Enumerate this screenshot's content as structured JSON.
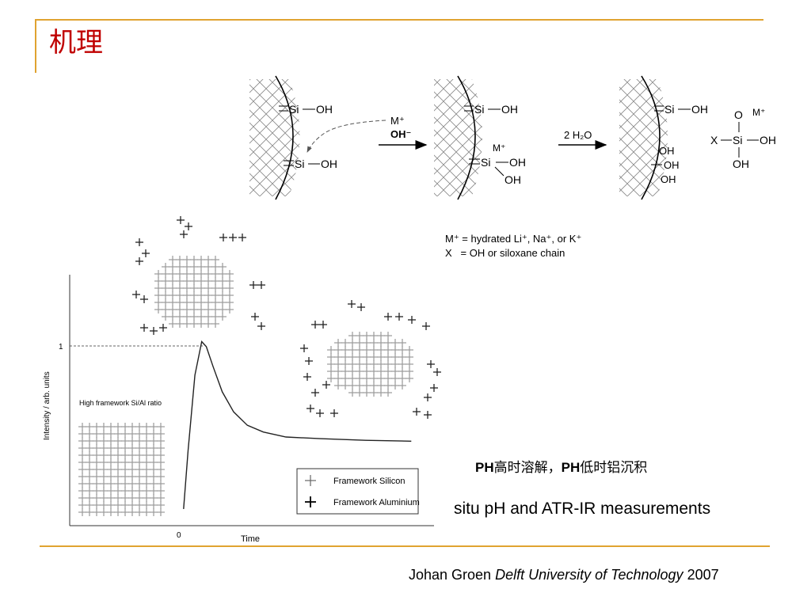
{
  "slide": {
    "title": "机理",
    "accent_color": "#e0a330",
    "title_color": "#c00000"
  },
  "mechanism": {
    "si_label": "Si",
    "oh_label": "OH",
    "step1_reagent_top": "M⁺",
    "step1_reagent_bottom": "OH⁻",
    "step2_reagent": "2 H₂O",
    "intermediate_cation": "M⁺",
    "product_o": "O",
    "product_cation": "M⁺",
    "product_x": "X",
    "legend_line1": "M⁺ = hydrated Li⁺, Na⁺, or K⁺",
    "legend_line2": "X   = OH or siloxane chain"
  },
  "chart_data": {
    "type": "line",
    "xlabel": "Time",
    "ylabel": "Intensity / arb. units",
    "x_tick_labels": [
      "0"
    ],
    "y_tick_labels": [
      "1"
    ],
    "annotation": "High framework Si/Al ratio",
    "legend": [
      "Framework Silicon",
      "Framework Aluminium"
    ],
    "legend_placement": "bottom-right",
    "series": [
      {
        "x": [
          0,
          0.02,
          0.05,
          0.08,
          0.1,
          0.13,
          0.17,
          0.22,
          0.28,
          0.35,
          0.45,
          0.6,
          0.8,
          1.0
        ],
        "y": [
          0,
          0.35,
          0.8,
          1.0,
          0.97,
          0.85,
          0.7,
          0.58,
          0.5,
          0.46,
          0.43,
          0.42,
          0.41,
          0.405
        ]
      }
    ],
    "xlim": [
      -0.5,
      1.1
    ],
    "ylim": [
      -0.1,
      1.4
    ]
  },
  "captions": {
    "line1_a": "PH",
    "line1_b": "高时溶解，",
    "line1_c": "PH",
    "line1_d": "低时铝沉积",
    "line2": "situ pH and ATR-IR measurements"
  },
  "footer": {
    "author": "Johan Groen",
    "institution": "Delft University of Technology",
    "year": "2007"
  }
}
